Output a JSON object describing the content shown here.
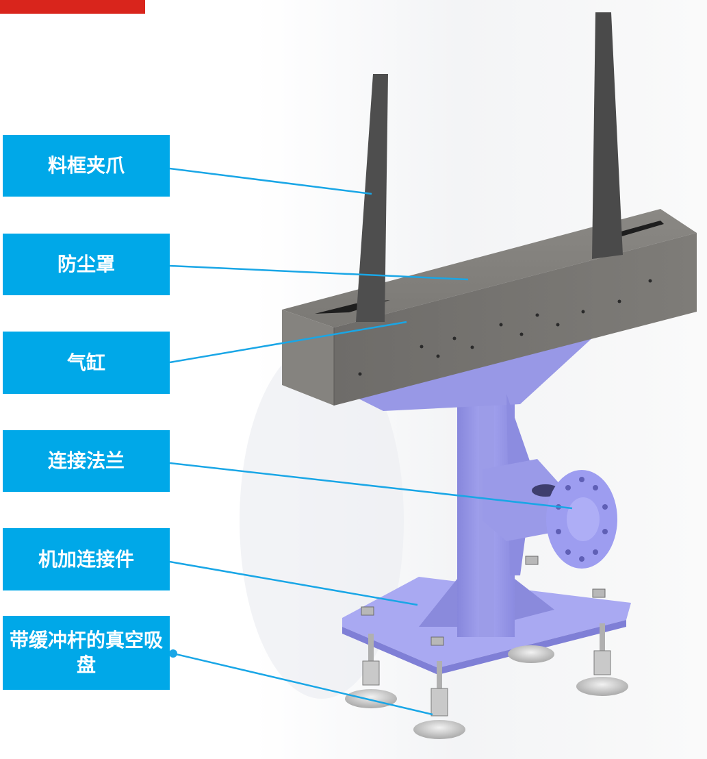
{
  "colors": {
    "accent_red": "#d9251c",
    "label_blue": "#00a8e8",
    "leader_line": "#19a6e6",
    "frame_purple": "#9b9bea",
    "housing_gray": "#7a7874",
    "finger_dark": "#4e4e4e"
  },
  "labels": [
    {
      "id": "gripper",
      "text": "料框夹爪"
    },
    {
      "id": "dust-cover",
      "text": "防尘罩"
    },
    {
      "id": "cylinder",
      "text": "气缸"
    },
    {
      "id": "flange",
      "text": "连接法兰"
    },
    {
      "id": "machined-connector",
      "text": "机加连接件"
    },
    {
      "id": "vacuum-cup",
      "text": "带缓冲杆的真空吸盘"
    }
  ]
}
